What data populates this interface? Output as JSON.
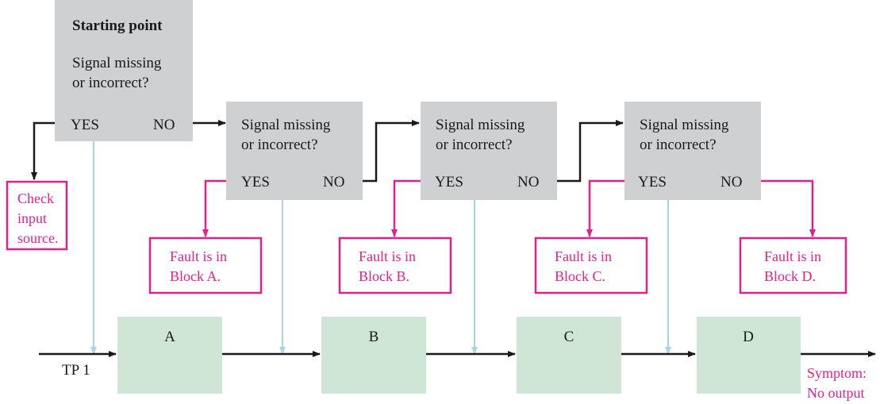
{
  "start": {
    "title": "Starting point",
    "q1": "Signal missing",
    "q2": "or incorrect?",
    "yes": "YES",
    "no": "NO"
  },
  "decisions": [
    {
      "q1": "Signal missing",
      "q2": "or incorrect?",
      "yes": "YES",
      "no": "NO"
    },
    {
      "q1": "Signal missing",
      "q2": "or incorrect?",
      "yes": "YES",
      "no": "NO"
    },
    {
      "q1": "Signal missing",
      "q2": "or incorrect?",
      "yes": "YES",
      "no": "NO"
    }
  ],
  "check_input": [
    "Check",
    "input",
    "source."
  ],
  "faults": [
    {
      "l1": "Fault is in",
      "l2": "Block A."
    },
    {
      "l1": "Fault is in",
      "l2": "Block B."
    },
    {
      "l1": "Fault is in",
      "l2": "Block C."
    },
    {
      "l1": "Fault is in",
      "l2": "Block D."
    }
  ],
  "blocks": [
    "A",
    "B",
    "C",
    "D"
  ],
  "test_point": "TP 1",
  "symptom": [
    "Symptom:",
    "No output"
  ],
  "colors": {
    "decision_box": "#cfd0d2",
    "block_fill": "#cfe5d6",
    "fault_accent": "#e0218a",
    "probe_line": "#a8d4e8"
  }
}
